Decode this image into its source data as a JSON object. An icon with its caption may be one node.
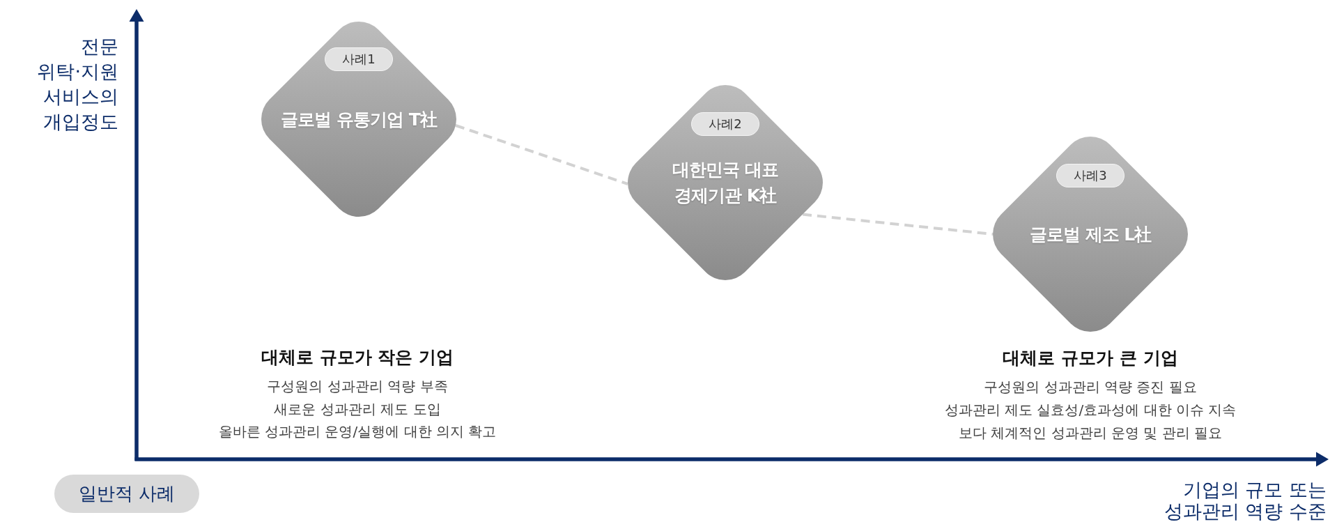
{
  "diagram": {
    "nodes": [
      {
        "text": [
          "글로벌 유통기업 T社"
        ]
      },
      {
        "text": [
          "사례1"
        ],
        "in": 0
      },
      {
        "text": [
          "대한민국 대표 경제기관 K社"
        ]
      },
      {
        "text": [
          "사례2"
        ],
        "in": 2
      },
      {
        "text": [
          "글로벌 제조 L社"
        ]
      },
      {
        "text": [
          "사례3"
        ],
        "in": 4
      },
      {
        "text": [
          "일반적 사례"
        ]
      }
    ],
    "edges": [
      {
        "from": 0,
        "to": 2,
        "arrow": "none",
        "style": "dashed"
      },
      {
        "from": 2,
        "to": 4,
        "arrow": "none",
        "style": "dashed"
      }
    ],
    "labels": [
      "전문 위탁·지원 서비스의 개입정도",
      "대체로 규모가 작은 기업",
      "구성원의 성과관리 역량 부족",
      "새로운 성과관리 제도 도입",
      "올바른 성과관리 운영/실행에 대한 의지 확고",
      "대체로 규모가 큰 기업",
      "구성원의 성과관리 역량 증진 필요",
      "성과관리 제도 실효성/효과성에 대한 이슈 지속",
      "보다 체계적인 성과관리 운영 및 관리 필요",
      "기업의 규모 또는 성과관리 역량 수준"
    ]
  }
}
